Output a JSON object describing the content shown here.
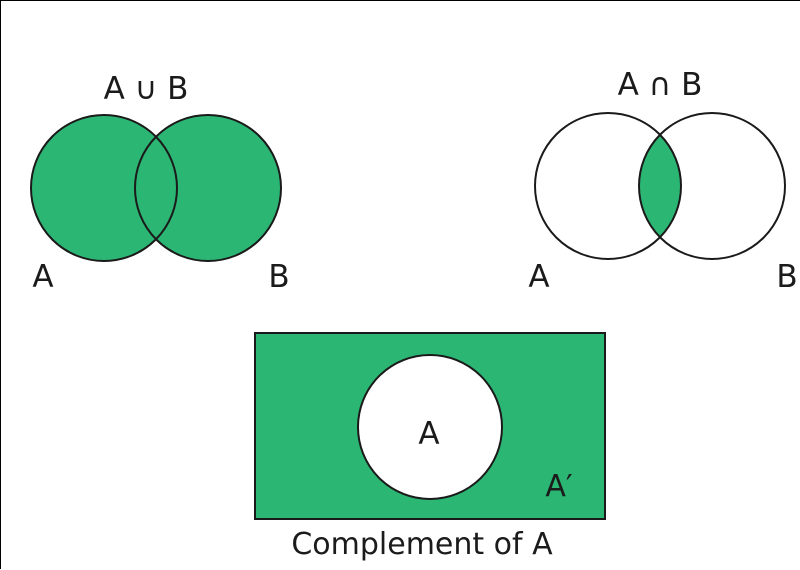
{
  "colors": {
    "fill": "#2bb673",
    "stroke": "#1a1a1a",
    "background": "#ffffff"
  },
  "union": {
    "title": "A ∪ B",
    "label_a": "A",
    "label_b": "B"
  },
  "intersection": {
    "title": "A ∩ B",
    "label_a": "A",
    "label_b": "B"
  },
  "complement": {
    "inner_label": "A",
    "complement_label": "A′",
    "caption": "Complement of A"
  }
}
